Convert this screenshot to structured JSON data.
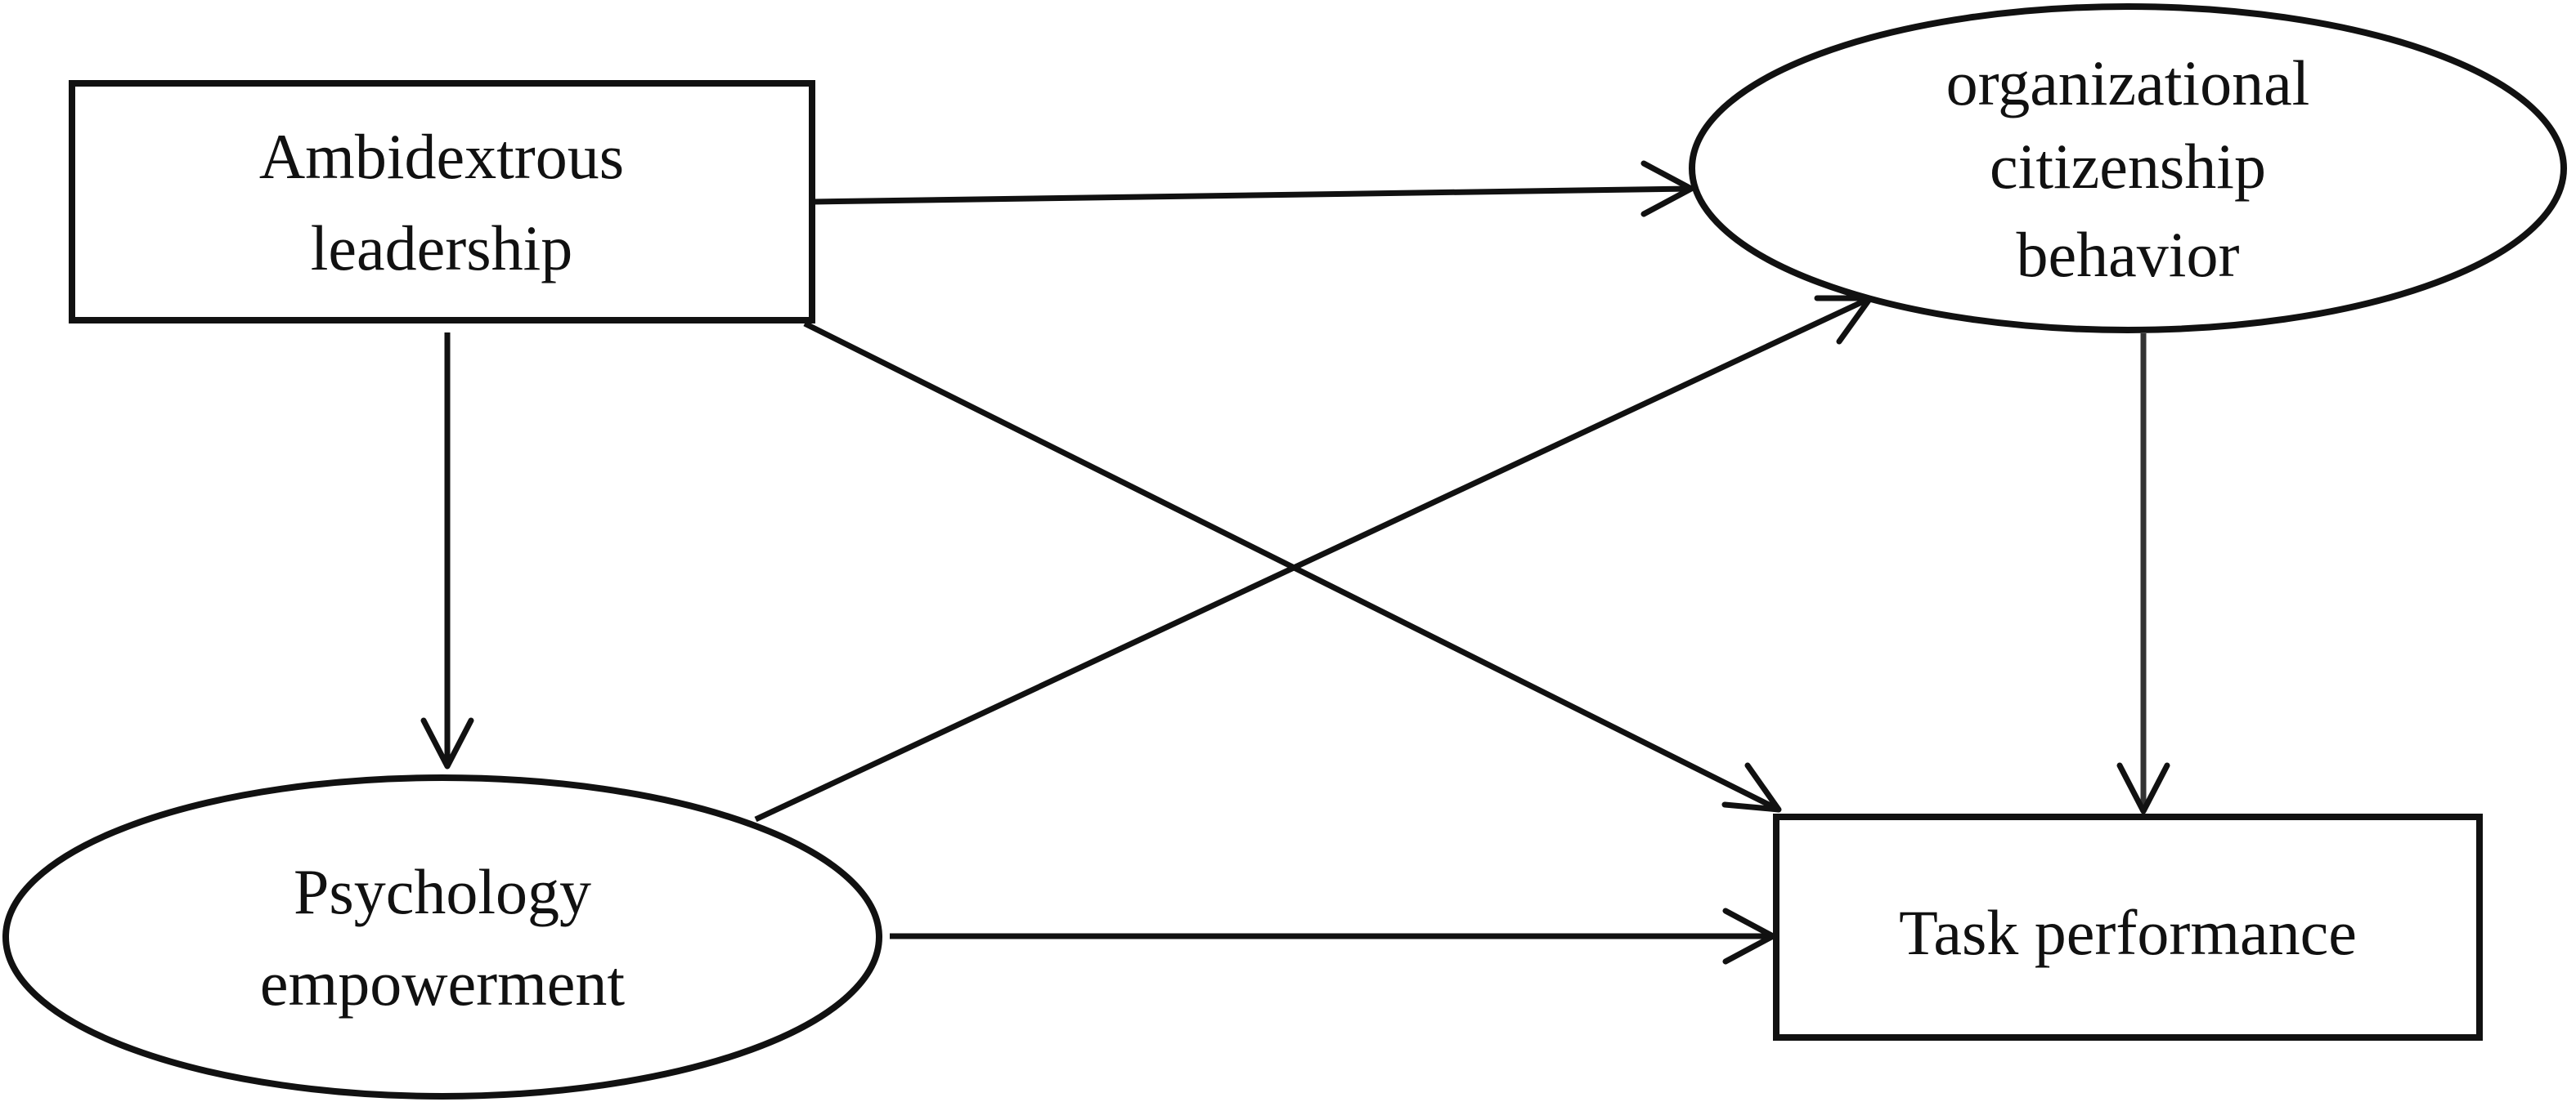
{
  "nodes": {
    "ambidextrous_leadership": {
      "line1": "Ambidextrous",
      "line2": "leadership"
    },
    "ocb": {
      "line1": "organizational",
      "line2": "citizenship",
      "line3": "behavior"
    },
    "psychology_empowerment": {
      "line1": "Psychology",
      "line2": "empowerment"
    },
    "task_performance": {
      "line1": "Task performance"
    }
  }
}
